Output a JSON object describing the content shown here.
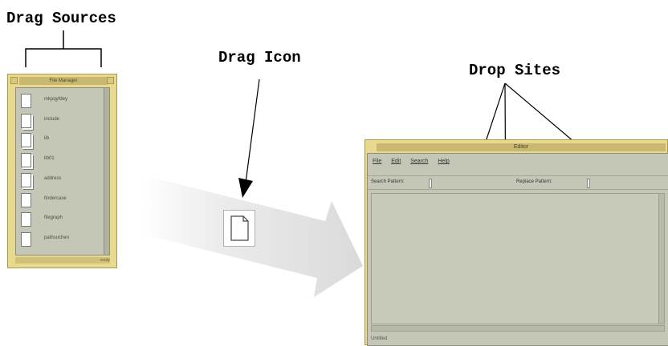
{
  "labels": {
    "drag_sources": "Drag Sources",
    "drag_icon": "Drag Icon",
    "drop_sites": "Drop Sites"
  },
  "file_manager": {
    "title": "File Manager",
    "files": [
      {
        "name": "mkpqyfdey",
        "icon": "document-icon"
      },
      {
        "name": "include",
        "icon": "folder-icon"
      },
      {
        "name": "lib",
        "icon": "folder-icon"
      },
      {
        "name": "lib01",
        "icon": "folder-icon"
      },
      {
        "name": "address",
        "icon": "folder-icon"
      },
      {
        "name": "findercase",
        "icon": "document-icon"
      },
      {
        "name": "filegraph",
        "icon": "document-icon"
      },
      {
        "name": "pathsuchen",
        "icon": "document-icon"
      }
    ],
    "status": "ready"
  },
  "editor": {
    "title": "Editor",
    "menus": [
      "File",
      "Edit",
      "Search",
      "Help"
    ],
    "search_label": "Search Pattern:",
    "replace_label": "Replace Pattern:",
    "status": "Untitled"
  },
  "colors": {
    "window_frame": "#e8d98e",
    "window_body": "#c4c7b6",
    "arrow_band": "#e2e2e2"
  }
}
